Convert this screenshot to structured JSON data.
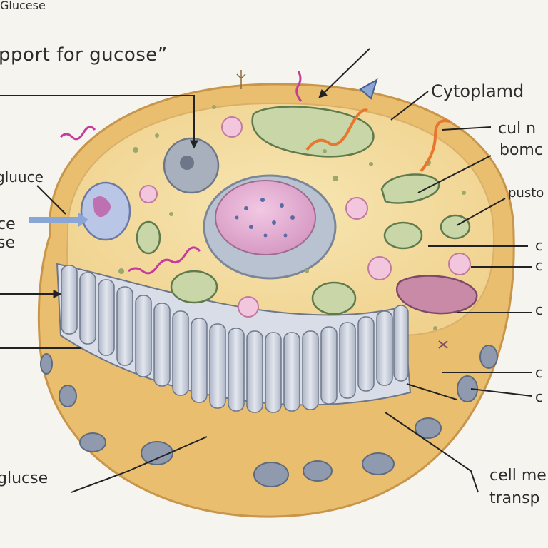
{
  "diagram": {
    "labels": {
      "title_fragment": "pport for gucose”",
      "glucese": "Glucese",
      "cytoplamd": "Cytoplamd",
      "cul_fragment": "cul n",
      "bomc_fragment": "bomc",
      "glucce_left": "gluuce",
      "ce_fragment": "ce",
      "se_fragment": "se",
      "pusto": "pusto",
      "c1": "c",
      "c2": "c",
      "c3": "c",
      "c4": "c",
      "c5": "c",
      "glucse_bottom": "glucse",
      "cell_me": "cell me",
      "transp": "transp"
    },
    "colors": {
      "cell_fill": "#f3dc9a",
      "membrane_fill": "#e6b86a",
      "nucleus_fill": "#e9b7d8",
      "nucleus_ring": "#9ca7b7",
      "channel_fill": "#c9cfdb",
      "vesicle_fill": "#f2c7dd",
      "organelle_green": "#c9d6a8",
      "arrow_blue": "#8aa6d6"
    }
  }
}
